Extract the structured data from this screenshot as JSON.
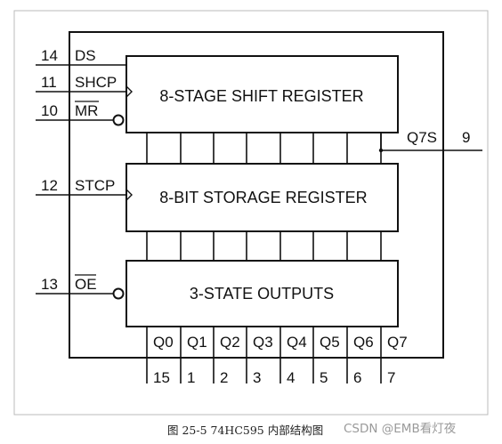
{
  "pins": {
    "ds": {
      "number": "14",
      "name": "DS"
    },
    "shcp": {
      "number": "11",
      "name": "SHCP"
    },
    "mr": {
      "number": "10",
      "name": "MR"
    },
    "stcp": {
      "number": "12",
      "name": "STCP"
    },
    "oe": {
      "number": "13",
      "name": "OE"
    },
    "q7s": {
      "number": "9",
      "name": "Q7S"
    }
  },
  "blocks": {
    "shift": "8-STAGE SHIFT REGISTER",
    "storage": "8-BIT STORAGE REGISTER",
    "outputs": "3-STATE OUTPUTS"
  },
  "outputs": [
    {
      "name": "Q0",
      "number": "15"
    },
    {
      "name": "Q1",
      "number": "1"
    },
    {
      "name": "Q2",
      "number": "2"
    },
    {
      "name": "Q3",
      "number": "3"
    },
    {
      "name": "Q4",
      "number": "4"
    },
    {
      "name": "Q5",
      "number": "5"
    },
    {
      "name": "Q6",
      "number": "6"
    },
    {
      "name": "Q7",
      "number": "7"
    }
  ],
  "caption": "图 25-5  74HC595 内部结构图",
  "watermark": "CSDN @EMB看灯夜",
  "colors": {
    "line": "#111111",
    "frame": "#bbbbbb",
    "background": "#ffffff"
  }
}
